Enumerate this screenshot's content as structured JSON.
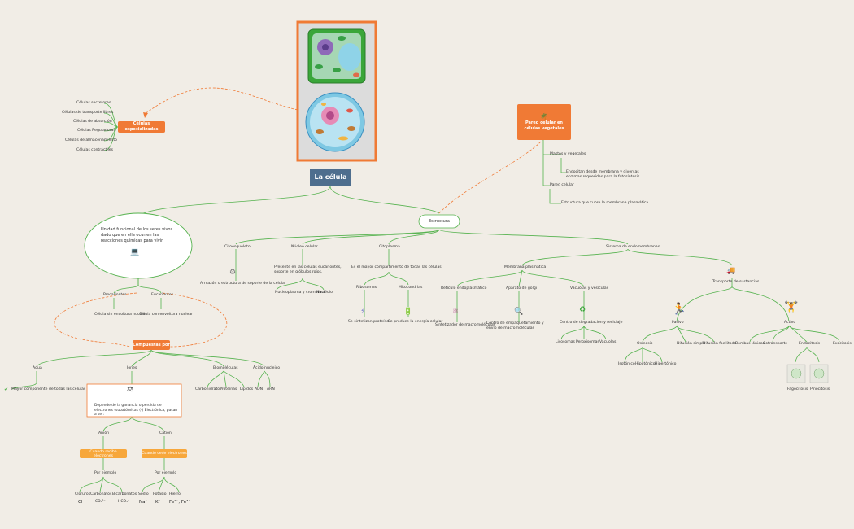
{
  "central": {
    "title": "La célula"
  },
  "specialized": {
    "title": "Células especializadas",
    "items": [
      "Células secretoras",
      "Células de transporte libres",
      "Células de absorción",
      "Células Reguladoras",
      "Células de almacenamiento",
      "Células contráctiles"
    ]
  },
  "definition": {
    "text": "Unidad funcional de los seres vivos dado que en ella ocurren las reacciones químicas para vivir."
  },
  "types": {
    "items": [
      "Procariontes",
      "Eucariontes"
    ],
    "descs": [
      "Célula sin envoltura nuclear",
      "Célula con envoltura nuclear"
    ]
  },
  "composition": {
    "title": "Compuestas por",
    "items": [
      "Agua",
      "Iones",
      "Biomoléculas",
      "Ácido nucleico"
    ],
    "water_note": "Mayor componente de todas las células",
    "ion_note": "Depende de la ganancia o pérdida de electrones (subatómicas (-) Electrónica, pasan a ser:",
    "ion_types": [
      "Anión",
      "Catión"
    ],
    "anion_label": "Cuando recibe electrones",
    "cation_label": "Cuando cede electrones",
    "example": "Por ejemplo",
    "anions": [
      "Cloruros",
      "Carbonatos",
      "Bicarbonatos"
    ],
    "anion_formulas": [
      "Cl⁻",
      "CO₃²⁻",
      "HCO₃⁻"
    ],
    "cations": [
      "Sodio",
      "Potasio",
      "Hierro"
    ],
    "cation_formulas": [
      "Na⁺",
      "K⁺",
      "Fe²⁺, Fe³⁺"
    ],
    "biomolecules": [
      "Carbohidratos",
      "Proteínas",
      "Lípidos"
    ],
    "nucleic": [
      "ADN",
      "ARN"
    ]
  },
  "structure": {
    "title": "Estructura",
    "items": [
      "Citoesqueleto",
      "Núcleo celular",
      "Citoplasma",
      "Sistema de endomembranas"
    ],
    "cyto_note": "Armazón o estructura de soporte de la célula",
    "nucleus_note": "Presente en las células eucariontes, soporte en glóbulos rojos.",
    "nucleus_parts": [
      "Nucleoplasma y cromatina",
      "Nucléolo"
    ],
    "cytoplasm_note": "Es el mayor compartimento de todas las células",
    "cytoplasm_parts": [
      "Ribosomas",
      "Mitocondrias"
    ],
    "ribosome_note": "Se sintetizan proteínas",
    "mito_note": "Se produce la energía celular"
  },
  "endo": {
    "membrane": "Membrana plasmática",
    "membrane_parts": [
      "Retículo endoplasmático",
      "Aparato de golgi",
      "Vacuolas y vesículas"
    ],
    "er_note": "Sintetizador de macromoléculas",
    "golgi_note": "Centro de empaquetamiento y envío de macromoléculas",
    "vac_note": "Centro de degradación y reciclaje",
    "vac_parts": [
      "Lisosomas",
      "Peroxisomas",
      "Vacuolas"
    ],
    "transport": "Transporte de sustancias",
    "transport_types": [
      "Pasivo",
      "Activo"
    ],
    "passive": [
      "Osmosis",
      "Difusión simple",
      "Difusión facilitada"
    ],
    "osmosis": [
      "Isotónico",
      "Hipotónico",
      "Hipertónico"
    ],
    "active": [
      "Bombas iónicas",
      "Cotransporte",
      "Endocitosis",
      "Exocitosis"
    ],
    "endocytosis": [
      "Fagocitosis",
      "Pinocitosis"
    ]
  },
  "plant": {
    "title": "Pared celular en células vegetales",
    "items": [
      "Plastos y vegetales",
      "Pared celular"
    ],
    "plastos_note": "Endocitan desde membrana y diversas enzimas requeridas para la fotosíntesis",
    "wall_note": "Estructura que cubre la membrana plasmática"
  },
  "icons": [
    "gear-icon",
    "cell-icon",
    "laptop-icon",
    "atom-icon",
    "magnifier-icon",
    "recycle-icon",
    "truck-icon",
    "runner-icon",
    "bolt-icon",
    "scale-icon",
    "leaf-icon"
  ],
  "colors": {
    "branch": "#55b24e",
    "accent": "#f07a35",
    "central": "#4e6e8e",
    "dashed": "#f07a35"
  }
}
